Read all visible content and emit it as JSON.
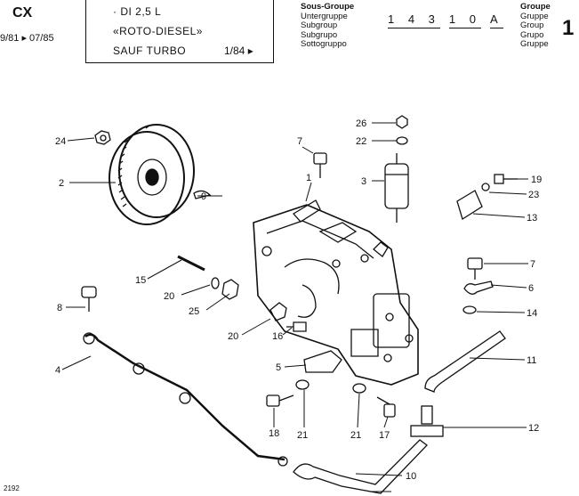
{
  "header": {
    "brand": "CX",
    "dates": "9/81 ▸ 07/85",
    "info_line1": "· DI 2,5 L",
    "info_line2": "«ROTO-DIESEL»",
    "info_line3": "SAUF TURBO",
    "info_page": "1/84 ▸",
    "subgroup_labels": [
      "Sous-Groupe",
      "Untergruppe",
      "Subgroup",
      "Subgrupo",
      "Sottogruppo"
    ],
    "code": [
      "1 4 3",
      "1 0",
      "A"
    ],
    "group_labels": [
      "Groupe",
      "Gruppe",
      "Group",
      "Grupo",
      "Gruppe"
    ],
    "group_number": "1"
  },
  "footer": {
    "ref": "2192"
  },
  "diagram": {
    "callouts": [
      {
        "id": "c24",
        "text": "24"
      },
      {
        "id": "c2",
        "text": "2"
      },
      {
        "id": "c9",
        "text": "9"
      },
      {
        "id": "c7a",
        "text": "7"
      },
      {
        "id": "c1",
        "text": "1"
      },
      {
        "id": "c26",
        "text": "26"
      },
      {
        "id": "c22",
        "text": "22"
      },
      {
        "id": "c3",
        "text": "3"
      },
      {
        "id": "c19",
        "text": "19"
      },
      {
        "id": "c23",
        "text": "23"
      },
      {
        "id": "c13",
        "text": "13"
      },
      {
        "id": "c7b",
        "text": "7"
      },
      {
        "id": "c6",
        "text": "6"
      },
      {
        "id": "c14",
        "text": "14"
      },
      {
        "id": "c15",
        "text": "15"
      },
      {
        "id": "c20a",
        "text": "20"
      },
      {
        "id": "c25",
        "text": "25"
      },
      {
        "id": "c8",
        "text": "8"
      },
      {
        "id": "c20b",
        "text": "20"
      },
      {
        "id": "c16",
        "text": "16"
      },
      {
        "id": "c4",
        "text": "4"
      },
      {
        "id": "c5",
        "text": "5"
      },
      {
        "id": "c11",
        "text": "11"
      },
      {
        "id": "c12",
        "text": "12"
      },
      {
        "id": "c18",
        "text": "18"
      },
      {
        "id": "c21a",
        "text": "21"
      },
      {
        "id": "c21b",
        "text": "21"
      },
      {
        "id": "c17",
        "text": "17"
      },
      {
        "id": "c10",
        "text": "10"
      }
    ]
  }
}
